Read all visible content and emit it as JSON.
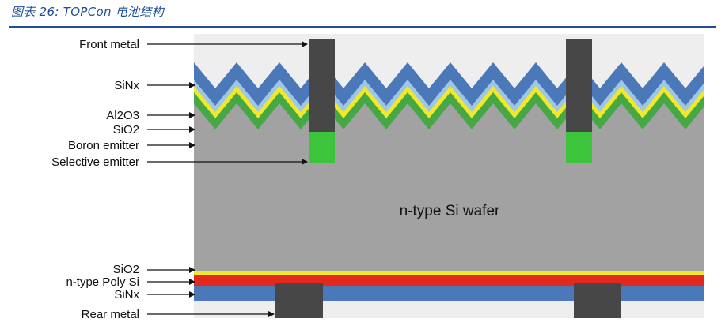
{
  "caption": "图表 26:  TOPCon 电池结构",
  "colors": {
    "accent": "#1f4e9a",
    "sinx": "#4a78b9",
    "al2o3": "#9ec6e6",
    "sio2": "#f2e82a",
    "boron": "#45a845",
    "selective": "#3cc43c",
    "wafer": "#a2a2a2",
    "poly": "#e3281e",
    "metal": "#474747"
  },
  "labels": {
    "front_metal": "Front metal",
    "sinx_front": "SiNx",
    "al2o3": "Al2O3",
    "sio2_front": "SiO2",
    "boron_emitter": "Boron emitter",
    "selective_emitter": "Selective emitter",
    "wafer": "n-type Si wafer",
    "sio2_rear": "SiO2",
    "poly_si": "n-type Poly Si",
    "sinx_rear": "SiNx",
    "rear_metal": "Rear metal"
  }
}
